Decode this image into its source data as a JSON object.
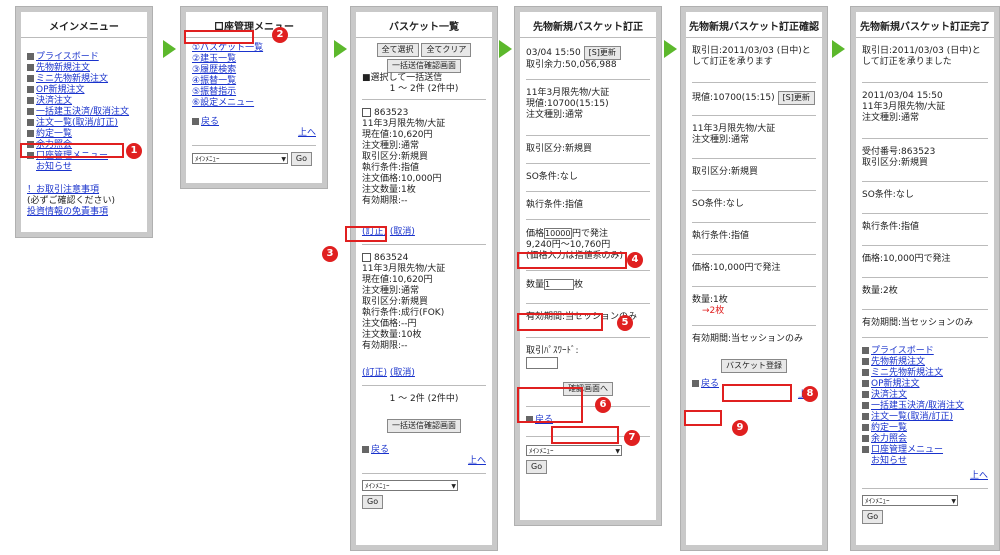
{
  "p1": {
    "title": "メインメニュー",
    "items": [
      "プライスボード",
      "先物新規注文",
      "ミニ先物新規注文",
      "OP新規注文",
      "決済注文",
      "一括建玉決済/取消注文",
      "注文一覧(取消/訂正)",
      "約定一覧",
      "余力照会",
      "口座管理メニュー",
      "お知らせ"
    ],
    "notice": "！お取引注意事項",
    "notice_sub": "(必ずご確認ください)",
    "disclaimer": "投資情報の免責事項"
  },
  "p2": {
    "title": "口座管理メニュー",
    "items": [
      "①バスケット一覧",
      "②建玉一覧",
      "③履歴検索",
      "④振替一覧",
      "⑤振替指示",
      "⑥設定メニュー"
    ],
    "back": "戻る",
    "up": "上へ",
    "select": "ﾒｲﾝﾒﾆｭｰ",
    "go": "Go"
  },
  "p3": {
    "title": "バスケット一覧",
    "select_all": "全て選択",
    "clear_all": "全てクリア",
    "confirm_batch": "一括送信確認画面",
    "instruction": "■選択して一括送信",
    "range": "1 〜 2件 (2件中)",
    "order1": {
      "id": "863523",
      "lines": [
        "11年3月限先物/大証",
        "現在値:10,620円",
        "注文種別:通常",
        "取引区分:新規買",
        "執行条件:指値",
        "注文価格:10,000円",
        "注文数量:1枚",
        "有効期限:--"
      ]
    },
    "order2": {
      "id": "863524",
      "lines": [
        "11年3月限先物/大証",
        "現在値:10,620円",
        "注文種別:通常",
        "取引区分:新規買",
        "執行条件:成行(FOK)",
        "注文価格:--円",
        "注文数量:10枚",
        "有効期限:--"
      ]
    },
    "edit": "(訂正)",
    "cancel": "(取消)",
    "back": "戻る",
    "up": "上へ",
    "select": "ﾒｲﾝﾒﾆｭｰ",
    "go": "Go"
  },
  "p4": {
    "title": "先物新規バスケット訂正",
    "datetime": "03/04 15:50",
    "refresh": "[S]更新",
    "margin": "取引余力:50,056,988",
    "instrument": "11年3月限先物/大証",
    "current": "現値:10700(15:15)",
    "order_type": "注文種別:通常",
    "trade_type": "取引区分:新規買",
    "so": "SO条件:なし",
    "exec": "執行条件:指値",
    "price_label": "価格",
    "price_value": "10000",
    "price_suffix": "円で発注",
    "price_range": "9,240円〜10,760円",
    "price_note": "(価格入力は指値系のみ)",
    "qty_label": "数量",
    "qty_value": "1",
    "qty_suffix": "枚",
    "validity": "有効期間:当セッションのみ",
    "password_label": "取引ﾊﾟｽﾜｰﾄﾞ:",
    "confirm": "確認画面へ",
    "back": "戻る",
    "select": "ﾒｲﾝﾒﾆｭｰ",
    "go": "Go"
  },
  "p5": {
    "title": "先物新規バスケット訂正確認",
    "date_line1": "取引日:2011/03/03 (日中)と",
    "date_line2": "して訂正を承ります",
    "current": "現値:10700(15:15)",
    "refresh": "[S]更新",
    "instrument": "11年3月限先物/大証",
    "order_type": "注文種別:通常",
    "trade_type": "取引区分:新規買",
    "so": "SO条件:なし",
    "exec": "執行条件:指値",
    "price": "価格:10,000円で発注",
    "qty": "数量:1枚",
    "qty_new": "→2枚",
    "validity": "有効期間:当セッションのみ",
    "register": "バスケット登録",
    "back": "戻る",
    "up": "上へ"
  },
  "p6": {
    "title": "先物新規バスケット訂正完了",
    "date_line1": "取引日:2011/03/03 (日中)と",
    "date_line2": "して訂正を承りました",
    "datetime": "2011/03/04 15:50",
    "instrument": "11年3月限先物/大証",
    "order_type": "注文種別:通常",
    "receipt": "受付番号:863523",
    "trade_type": "取引区分:新規買",
    "so": "SO条件:なし",
    "exec": "執行条件:指値",
    "price": "価格:10,000円で発注",
    "qty": "数量:2枚",
    "validity": "有効期間:当セッションのみ",
    "items": [
      "プライスボード",
      "先物新規注文",
      "ミニ先物新規注文",
      "OP新規注文",
      "決済注文",
      "一括建玉決済/取消注文",
      "注文一覧(取消/訂正)",
      "約定一覧",
      "余力照会",
      "口座管理メニュー",
      "お知らせ"
    ],
    "up": "上へ",
    "select": "ﾒｲﾝﾒﾆｭｰ",
    "go": "Go"
  },
  "badges": [
    "1",
    "2",
    "3",
    "4",
    "5",
    "6",
    "7",
    "8",
    "9"
  ]
}
